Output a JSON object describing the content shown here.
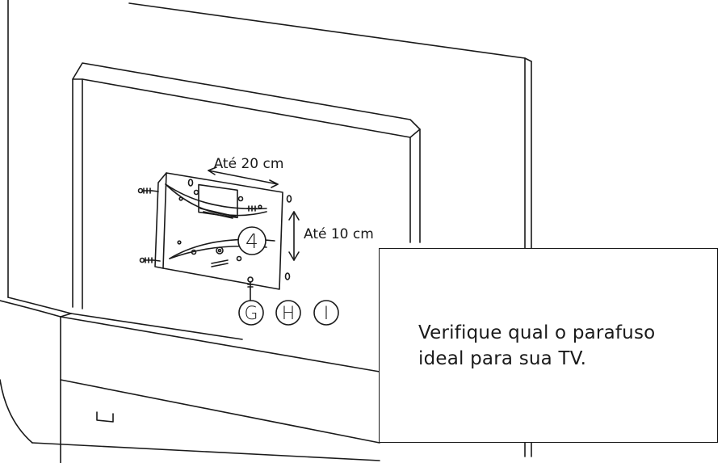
{
  "diagram": {
    "width_label": "Até 20 cm",
    "height_label": "Até 10 cm",
    "step_number": "4",
    "screw_labels": [
      "G",
      "H",
      "I"
    ],
    "note": "Verifique qual o parafuso\nideal para sua TV."
  }
}
